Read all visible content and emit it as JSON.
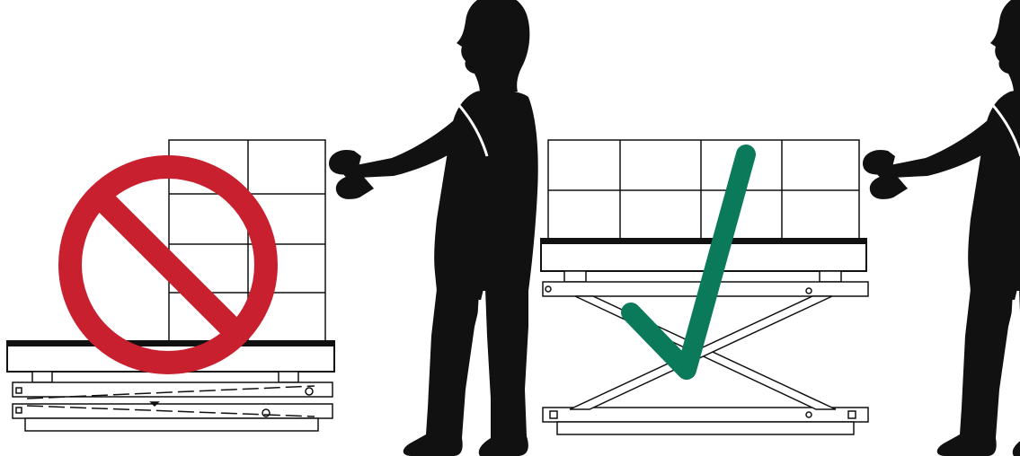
{
  "diagram": {
    "panels": [
      {
        "id": "incorrect",
        "indicator": "prohibition-icon",
        "lift_state": "lowered",
        "box_rows": 4,
        "box_cols": 2
      },
      {
        "id": "correct",
        "indicator": "checkmark-icon",
        "lift_state": "raised",
        "box_rows": 2,
        "box_cols": 4
      }
    ],
    "colors": {
      "prohibition": "#c8202f",
      "checkmark": "#0b7a5a",
      "silhouette": "#111111",
      "outline": "#111111",
      "background": "#ffffff"
    }
  }
}
